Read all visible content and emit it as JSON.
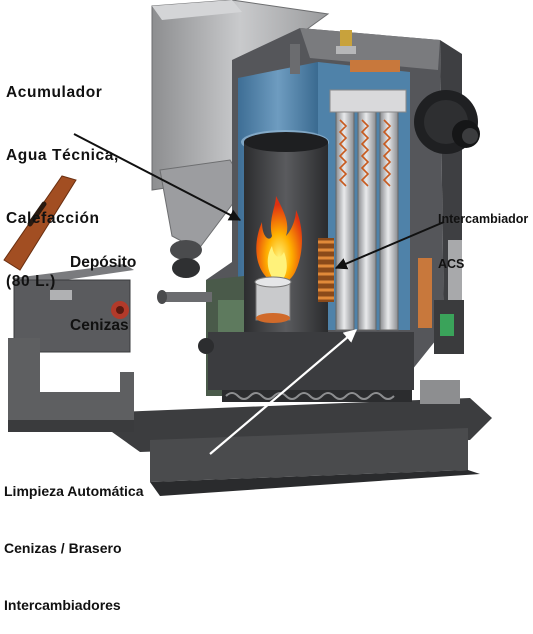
{
  "labels": {
    "acumulador": [
      "Acumulador",
      "Agua Técnica,",
      "Calefacción",
      "(80 L.)"
    ],
    "deposito": [
      "Depósito",
      "Cenizas"
    ],
    "intercambiador": [
      "Intercambiador",
      "ACS"
    ],
    "limpieza": [
      "Limpieza Automática",
      "Cenizas / Brasero",
      "Intercambiadores"
    ]
  },
  "colors": {
    "body_gray": "#5e5f61",
    "body_dark": "#3a3b3d",
    "water_blue": "#4d7fa6",
    "water_light": "#8fb3cf",
    "hopper": "#a8a9ab",
    "lid": "#a24e22",
    "flame_outer": "#f5a300",
    "flame_inner": "#e8231a",
    "coil": "#c85a1e",
    "copper": "#c8783c"
  }
}
